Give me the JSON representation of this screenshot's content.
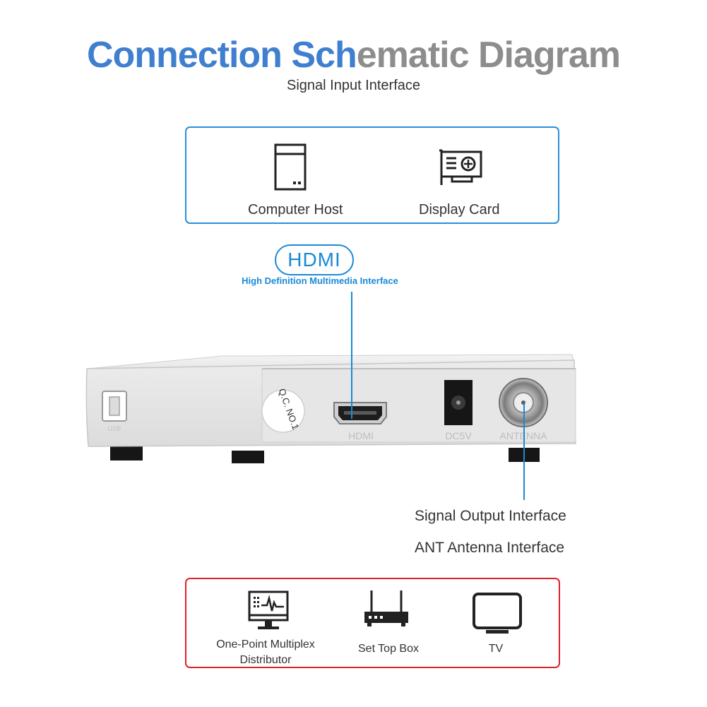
{
  "title": {
    "part1": "Connection Sch",
    "part2": "ematic Diagram"
  },
  "subtitle": "Signal Input Interface",
  "input_devices": [
    {
      "label": "Computer Host",
      "icon": "computer-tower-icon"
    },
    {
      "label": "Display Card",
      "icon": "graphics-card-icon"
    }
  ],
  "hdmi": {
    "badge": "HDMI",
    "caption": "High Definition Multimedia Interface"
  },
  "device": {
    "sticker": "Q.C. NO.1",
    "port_labels": {
      "hdmi": "HDMI",
      "dc": "DC5V",
      "antenna": "ANTENNA"
    }
  },
  "output": {
    "line1": "Signal Output Interface",
    "line2": "ANT Antenna Interface"
  },
  "output_devices": [
    {
      "label": "One-Point Multiplex Distributor",
      "icon": "monitor-signal-icon"
    },
    {
      "label": "Set Top Box",
      "icon": "router-box-icon"
    },
    {
      "label": "TV",
      "icon": "tv-icon"
    }
  ],
  "colors": {
    "title_blue": "#3f7fcf",
    "title_gray": "#8d8d8d",
    "accent_blue": "#1a89d6",
    "output_red": "#e0202a"
  }
}
